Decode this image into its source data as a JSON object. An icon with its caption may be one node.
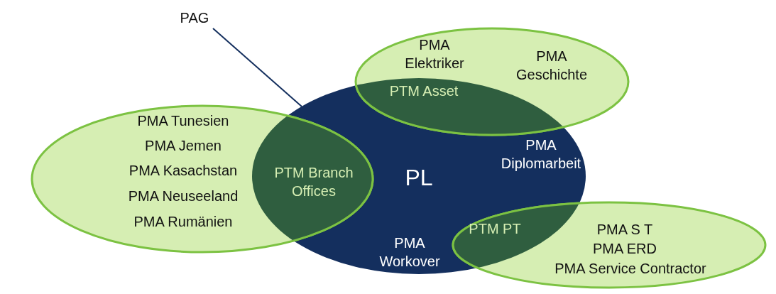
{
  "diagram": {
    "nodes": [
      {
        "text": [
          "PL",
          "PMA Diplomarbeit",
          "PMA Workover"
        ]
      },
      {
        "text": [
          "PMA Tunesien",
          "PMA Jemen",
          "PMA Kasachstan",
          "PMA Neuseeland",
          "PMA Rumänien"
        ]
      },
      {
        "text": [
          "PTM Branch Offices"
        ]
      },
      {
        "text": [
          "PMA Elektriker",
          "PMA Geschichte"
        ]
      },
      {
        "text": [
          "PTM Asset"
        ]
      },
      {
        "text": [
          "PMA S T",
          "PMA ERD",
          "PMA Service Contractor"
        ]
      },
      {
        "text": [
          "PTM PT"
        ]
      },
      {
        "text": [
          "PAG"
        ]
      }
    ],
    "edges": [
      {
        "from": 7,
        "to": 0,
        "arrow": "none"
      }
    ]
  }
}
